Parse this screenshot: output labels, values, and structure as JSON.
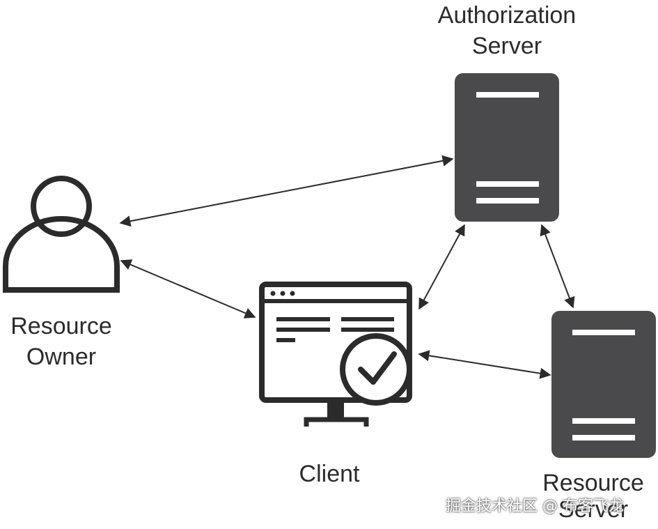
{
  "nodes": {
    "authorization_server": {
      "label_line1": "Authorization",
      "label_line2": "Server"
    },
    "resource_owner": {
      "label_line1": "Resource",
      "label_line2": "Owner"
    },
    "client": {
      "label": "Client"
    },
    "resource_server": {
      "label_line1": "Resource",
      "label_line2": "Server"
    }
  },
  "colors": {
    "server_fill": "#4a4a4c",
    "stroke": "#2b2b2b",
    "background": "#ffffff"
  },
  "icons": {
    "resource_owner": "user-icon",
    "client": "monitor-check-icon",
    "authorization_server": "server-icon",
    "resource_server": "server-icon"
  },
  "edges": [
    {
      "from": "resource_owner",
      "to": "authorization_server",
      "direction": "both"
    },
    {
      "from": "resource_owner",
      "to": "client",
      "direction": "both"
    },
    {
      "from": "client",
      "to": "authorization_server",
      "direction": "both"
    },
    {
      "from": "client",
      "to": "resource_server",
      "direction": "both"
    },
    {
      "from": "authorization_server",
      "to": "resource_server",
      "direction": "both"
    }
  ],
  "watermark": "掘金技术社区 @ 布客飞龙"
}
